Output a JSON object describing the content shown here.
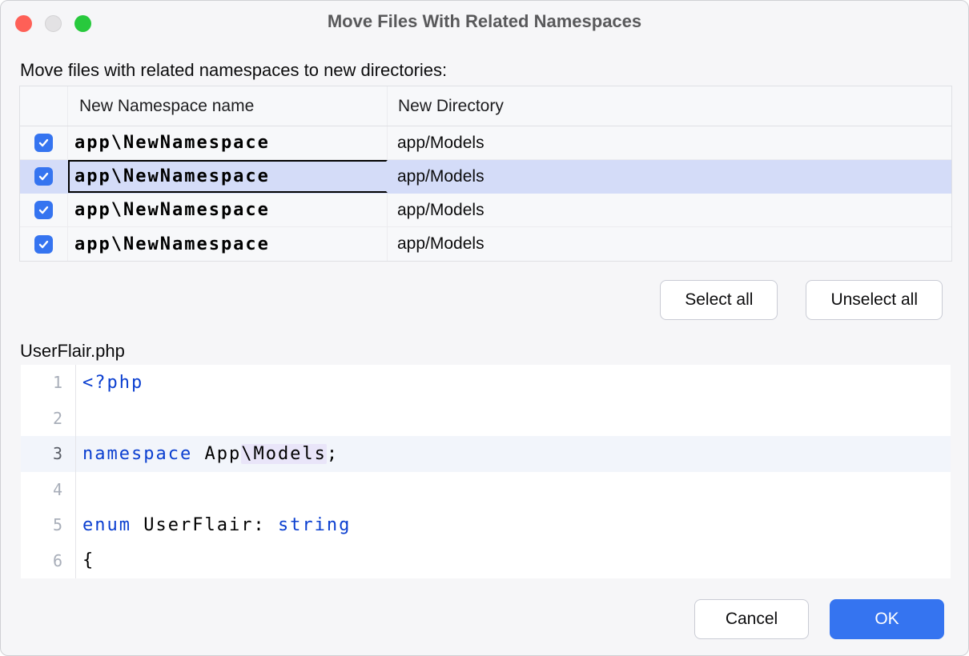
{
  "window": {
    "title": "Move Files With Related Namespaces",
    "traffic_lights": {
      "close_color": "#fe6057",
      "minimize_color": "#e3e2e4",
      "zoom_color": "#28c93d"
    }
  },
  "instruction": "Move files with related namespaces to new directories:",
  "table": {
    "header": {
      "checkbox": "",
      "namespace": "New Namespace name",
      "directory": "New Directory"
    },
    "rows": [
      {
        "checked": true,
        "namespace": "app\\NewNamespace",
        "directory": "app/Models",
        "selected": false,
        "focused": false
      },
      {
        "checked": true,
        "namespace": "app\\NewNamespace",
        "directory": "app/Models",
        "selected": true,
        "focused": true
      },
      {
        "checked": true,
        "namespace": "app\\NewNamespace",
        "directory": "app/Models",
        "selected": false,
        "focused": false
      },
      {
        "checked": true,
        "namespace": "app\\NewNamespace",
        "directory": "app/Models",
        "selected": false,
        "focused": false
      }
    ]
  },
  "actions": {
    "select_all": "Select all",
    "unselect_all": "Unselect all"
  },
  "preview": {
    "filename": "UserFlair.php",
    "lines": [
      {
        "num": "1",
        "caret": false,
        "segments": [
          {
            "text": "<?php",
            "style": "keyword"
          }
        ]
      },
      {
        "num": "2",
        "caret": false,
        "segments": []
      },
      {
        "num": "3",
        "caret": true,
        "segments": [
          {
            "text": "namespace",
            "style": "keyword"
          },
          {
            "text": " App",
            "style": "plain"
          },
          {
            "text": "\\Models",
            "style": "highlight"
          },
          {
            "text": ";",
            "style": "plain"
          }
        ]
      },
      {
        "num": "4",
        "caret": false,
        "segments": []
      },
      {
        "num": "5",
        "caret": false,
        "segments": [
          {
            "text": "enum",
            "style": "keyword"
          },
          {
            "text": " UserFlair: ",
            "style": "plain"
          },
          {
            "text": "string",
            "style": "keyword"
          }
        ]
      },
      {
        "num": "6",
        "caret": false,
        "segments": [
          {
            "text": "{",
            "style": "plain"
          }
        ]
      }
    ]
  },
  "dialog_buttons": {
    "cancel": "Cancel",
    "ok": "OK"
  },
  "colors": {
    "accent_blue": "#3574f0",
    "selected_row": "#d4dcf8",
    "keyword_blue": "#0b3fd0",
    "identifier_highlight": "#e9e5f9",
    "caret_row": "#f2f5fb"
  }
}
